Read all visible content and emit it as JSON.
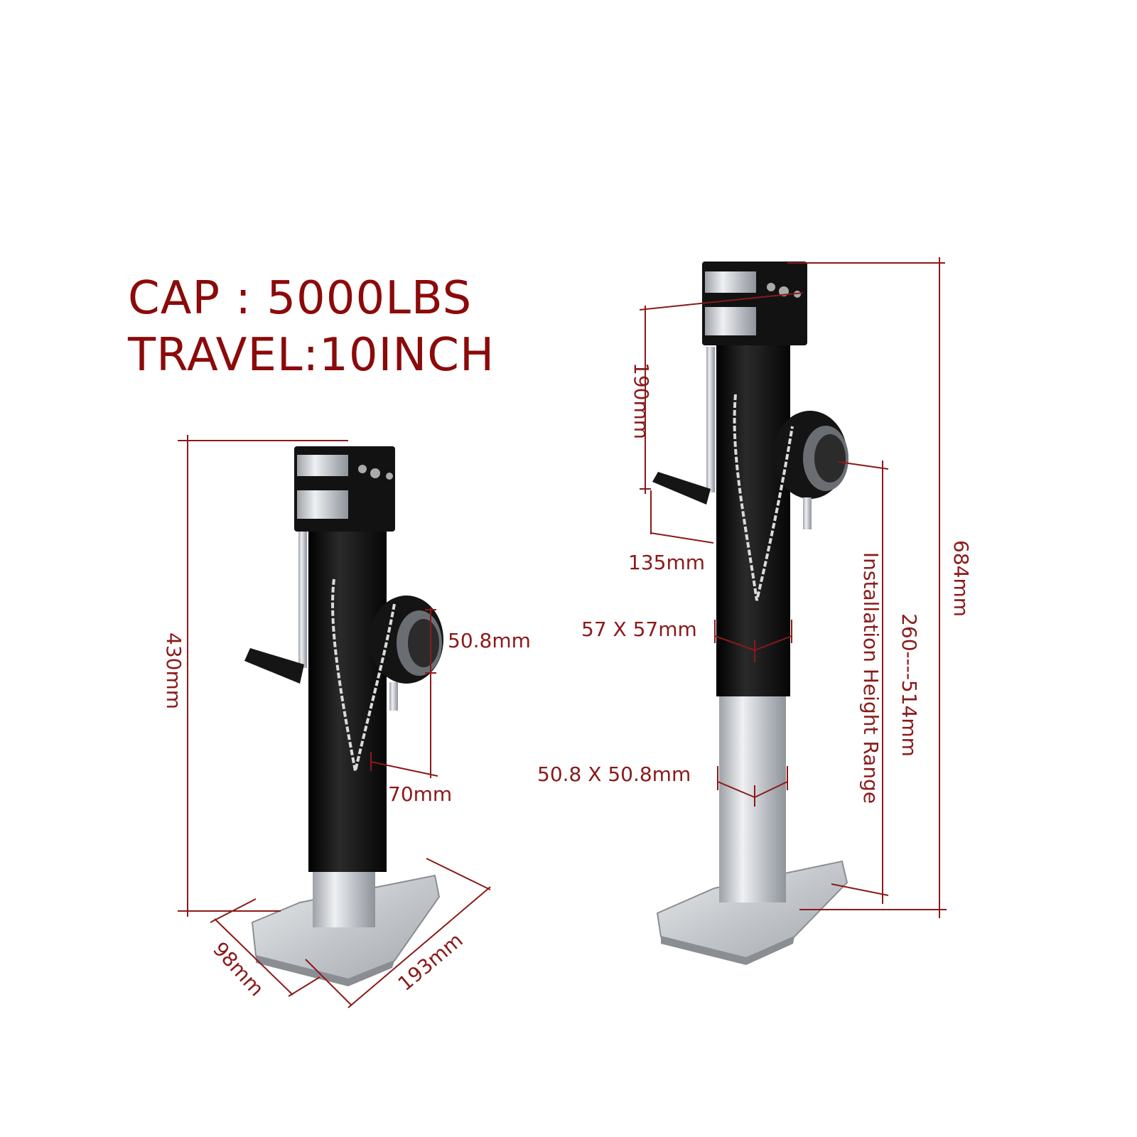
{
  "headline": {
    "capacity": "CAP : 5000LBS",
    "travel": "TRAVEL:10INCH"
  },
  "left_jack": {
    "height": "430mm",
    "tube_diameter": "50.8mm",
    "offset": "70mm",
    "foot_width": "98mm",
    "foot_length": "193mm"
  },
  "right_jack": {
    "head_length": "190mm",
    "handle_length": "135mm",
    "outer_tube": "57 X 57mm",
    "inner_tube": "50.8 X 50.8mm",
    "range": "260----514mm",
    "range_label": "Installation Height Range",
    "total_height": "684mm"
  },
  "colors": {
    "annotation": "#8b1a1a",
    "headline": "#8b0a0a",
    "jack_body": "#111111",
    "zinc": "#c9ccd0"
  }
}
